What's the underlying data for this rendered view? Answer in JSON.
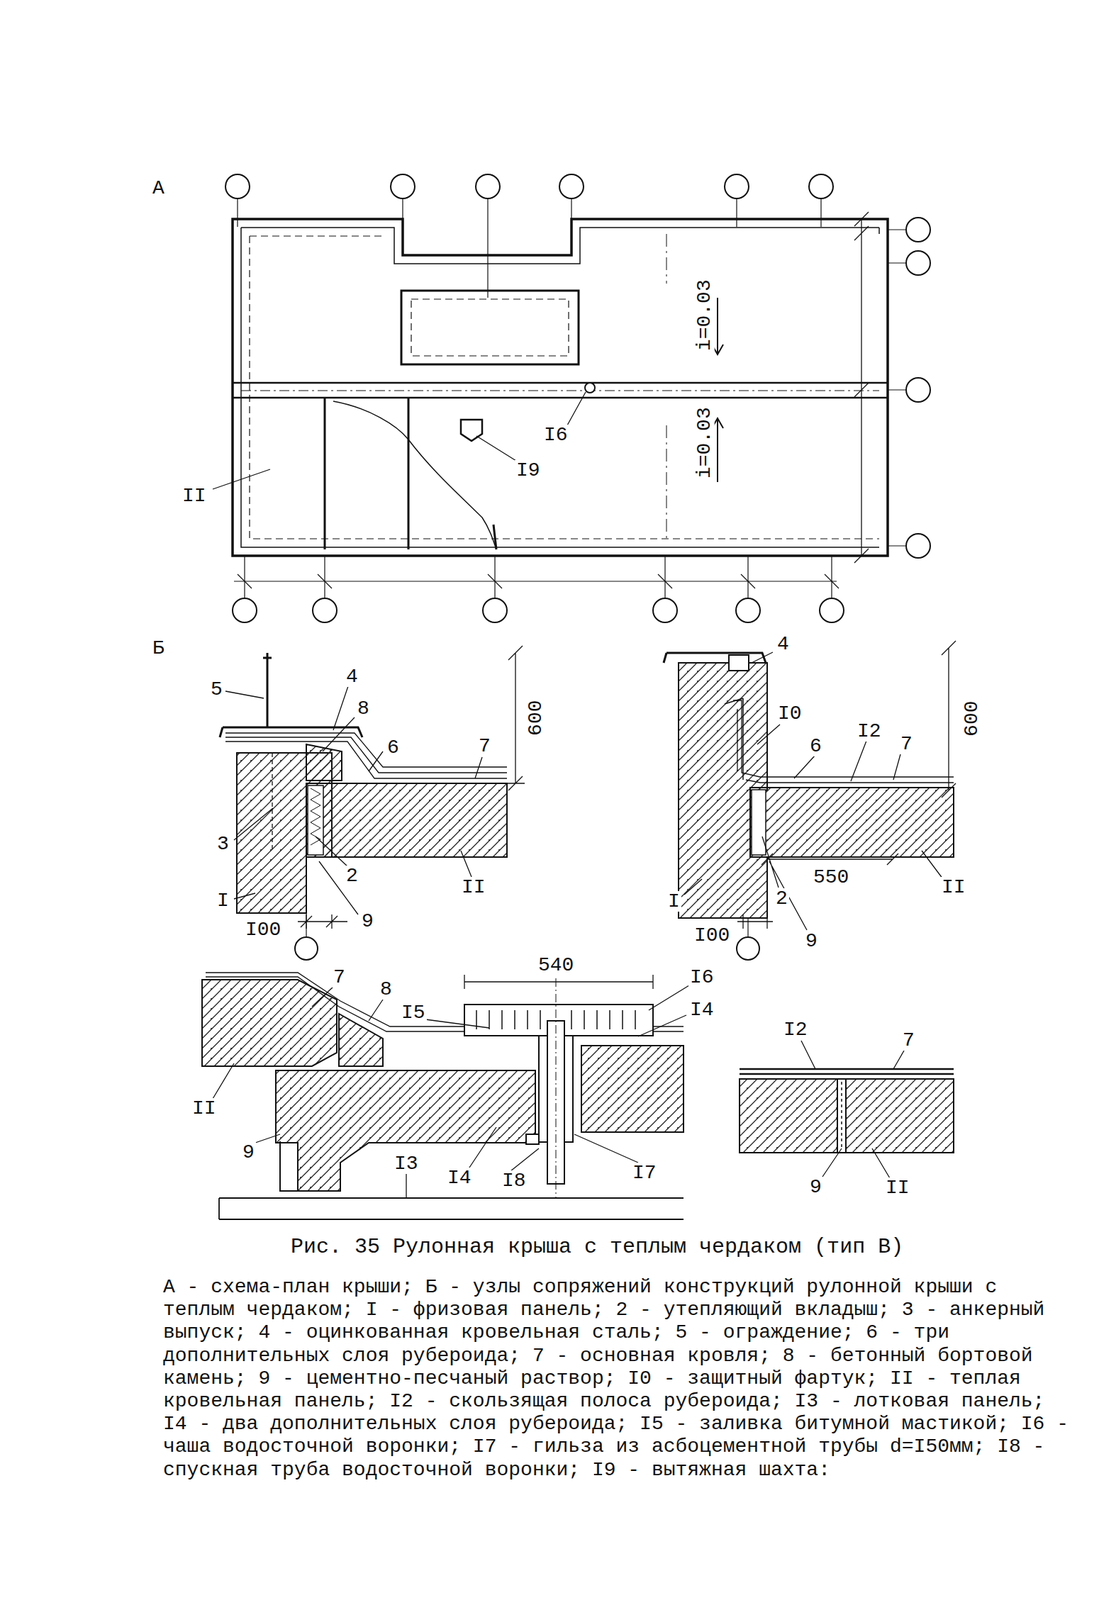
{
  "diagram": {
    "caption": "Рис. 35 Рулонная крыша с теплым чердаком (тип В)",
    "labels": [
      "А",
      "i=0.03",
      "i=0.03",
      "I6",
      "I9",
      "II",
      "Б",
      "5",
      "4",
      "8",
      "600",
      "6",
      "7",
      "3",
      "2",
      "I",
      "II",
      "9",
      "I00",
      "4",
      "I0",
      "600",
      "I2",
      "6",
      "7",
      "550",
      "I",
      "II",
      "2",
      "I00",
      "9",
      "540",
      "I6",
      "7",
      "8",
      "I5",
      "I4",
      "II",
      "9",
      "I3",
      "I4",
      "I8",
      "I7",
      "I2",
      "7",
      "9",
      "II",
      "А - схема-план крыши; Б - узлы сопряжений конструкций рулонной крыши с теплым чердаком; I - фризовая панель; 2 - утепляющий вкладыш; 3 - анкерный выпуск; 4 - оцинкованная кровельная сталь; 5 - ограждение; 6 - три дополнительных слоя рубероида; 7 - основная кровля; 8 - бетонный бортовой камень; 9 - цементно-песчаный раствор; I0 - защитный фартук; II - теплая кровельная панель; I2 - скользящая полоса рубероида; I3 - лотковая панель; I4 - два дополнительных слоя рубероида; I5 - заливка битумной мастикой; I6 - чаша водосточной воронки; I7 - гильза из асбоцементной трубы d=I50мм; I8 - спускная труба водосточной воронки; I9 - вытяжная шахта:"
    ]
  }
}
